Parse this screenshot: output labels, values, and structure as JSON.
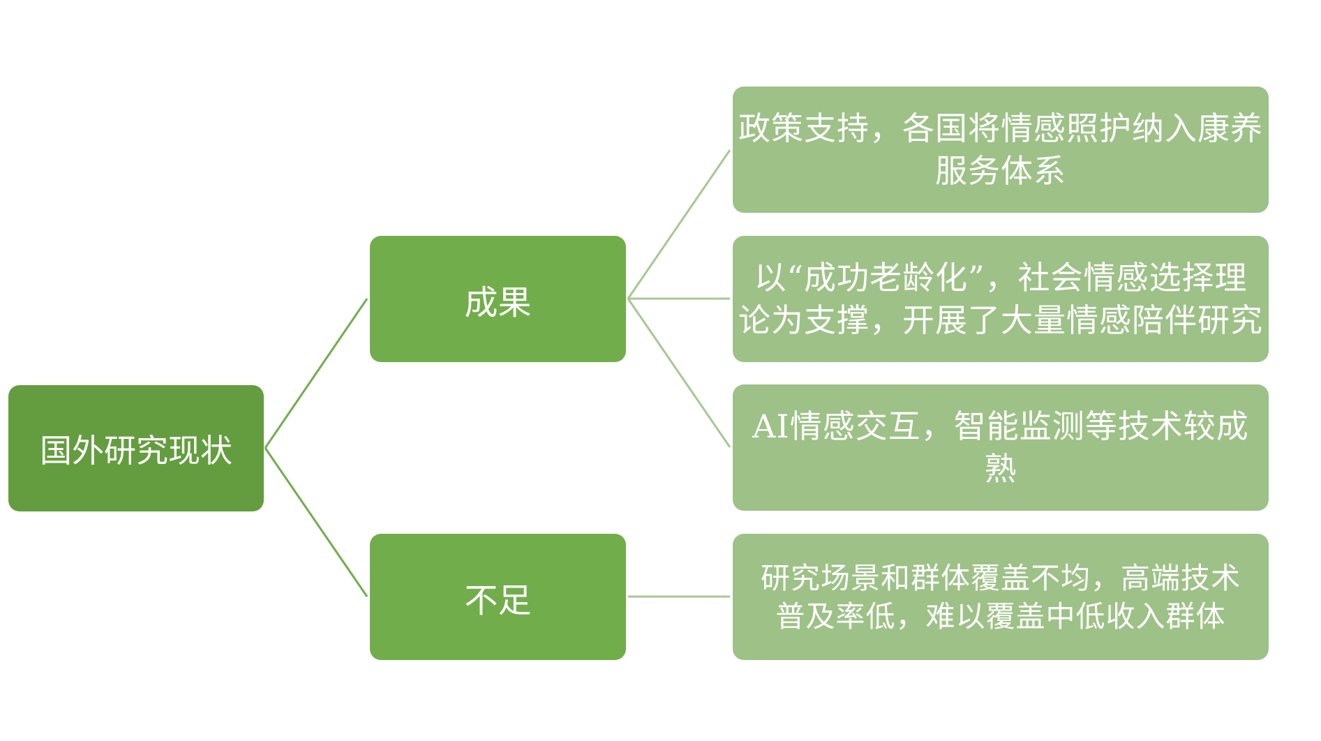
{
  "diagram": {
    "root": {
      "label": "国外研究现状"
    },
    "branches": [
      {
        "label": "成果",
        "children": [
          {
            "label": "政策支持，各国将情感照护纳入康养服务体系"
          },
          {
            "label": "以“成功老龄化”，社会情感选择理论为支撑，开展了大量情感陪伴研究"
          },
          {
            "label": "AI情感交互，智能监测等技术较成熟"
          }
        ]
      },
      {
        "label": "不足",
        "children": [
          {
            "label": "研究场景和群体覆盖不均，高端技术普及率低，难以覆盖中低收入群体"
          }
        ]
      }
    ],
    "colors": {
      "root": "#649d3f",
      "branch": "#72ad4b",
      "leaf": "#9dc187",
      "connector_root": "#72ad4b",
      "connector_leaf": "#a7c893"
    }
  }
}
